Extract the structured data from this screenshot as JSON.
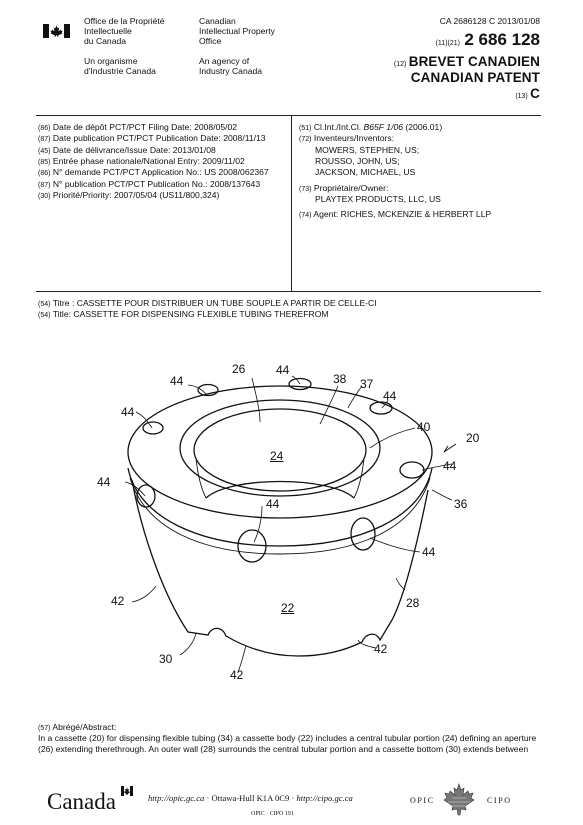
{
  "header": {
    "fr_office": [
      "Office de la Propriété",
      "Intellectuelle",
      "du Canada"
    ],
    "en_office": [
      "Canadian",
      "Intellectual Property",
      "Office"
    ],
    "fr_agency": [
      "Un organisme",
      "d'Industrie Canada"
    ],
    "en_agency": [
      "An agency of",
      "Industry Canada"
    ],
    "doc_ref": "CA 2686128 C 2013/01/08",
    "num_code": "(11)(21)",
    "patent_number": "2 686 128",
    "code_12": "(12)",
    "brevet": "BREVET CANADIEN",
    "canadian_patent": "CANADIAN PATENT",
    "code_13": "(13)",
    "kind": "C"
  },
  "biblio_left": [
    {
      "code": "(86)",
      "label": "Date de dépôt PCT/PCT Filing Date:",
      "value": "2008/05/02"
    },
    {
      "code": "(87)",
      "label": "Date publication PCT/PCT Publication Date:",
      "value": "2008/11/13"
    },
    {
      "code": "(45)",
      "label": "Date de délivrance/Issue Date:",
      "value": "2013/01/08"
    },
    {
      "code": "(85)",
      "label": "Entrée phase nationale/National Entry:",
      "value": "2009/11/02"
    },
    {
      "code": "(86)",
      "label": "N° demande PCT/PCT Application No.:",
      "value": "US 2008/062367"
    },
    {
      "code": "(87)",
      "label": "N° publication PCT/PCT Publication No.:",
      "value": "2008/137643"
    },
    {
      "code": "(30)",
      "label": "Priorité/Priority:",
      "value": "2007/05/04 (US11/800,324)"
    }
  ],
  "biblio_right": {
    "ipc_code": "(51)",
    "ipc_label": "Cl.Int./Int.Cl.",
    "ipc_class": "B65F 1/06",
    "ipc_year": "(2006.01)",
    "inv_code": "(72)",
    "inv_label": "Inventeurs/Inventors:",
    "inventors": [
      "MOWERS, STEPHEN, US;",
      "ROUSSO, JOHN, US;",
      "JACKSON, MICHAEL, US"
    ],
    "own_code": "(73)",
    "own_label": "Propriétaire/Owner:",
    "owner": "PLAYTEX PRODUCTS, LLC, US",
    "agent_code": "(74)",
    "agent_label": "Agent:",
    "agent": "RICHES, MCKENZIE & HERBERT LLP"
  },
  "titles": {
    "code": "(54)",
    "fr_label": "Titre :",
    "fr": "CASSETTE POUR DISTRIBUER UN TUBE SOUPLE A PARTIR DE CELLE-CI",
    "en_label": "Title:",
    "en": "CASSETTE FOR DISPENSING FLEXIBLE TUBING THEREFROM"
  },
  "figure_labels": {
    "n20": "20",
    "n22": "22",
    "n24": "24",
    "n26": "26",
    "n28": "28",
    "n30": "30",
    "n36": "36",
    "n37": "37",
    "n38": "38",
    "n40": "40",
    "n42": "42",
    "n44": "44"
  },
  "abstract": {
    "code": "(57)",
    "label": "Abrégé/Abstract:",
    "line1": "In a cassette (20) for dispensing flexible tubing (34) a cassette body (22) includes a central tubular portion (24) defining an aperture",
    "line2": "(26) extending therethrough. An outer wall (28) surrounds the central tubular portion and a cassette bottom (30) extends between"
  },
  "footer": {
    "canada": "Canada",
    "opic_url": "http://opic.gc.ca",
    "city": "Ottawa-Hull K1A 0C9",
    "cipo_url": "http://cipo.gc.ca",
    "bottom": "OPIC · CIPO 191",
    "opic": "OPIC",
    "cipo": "CIPO"
  }
}
